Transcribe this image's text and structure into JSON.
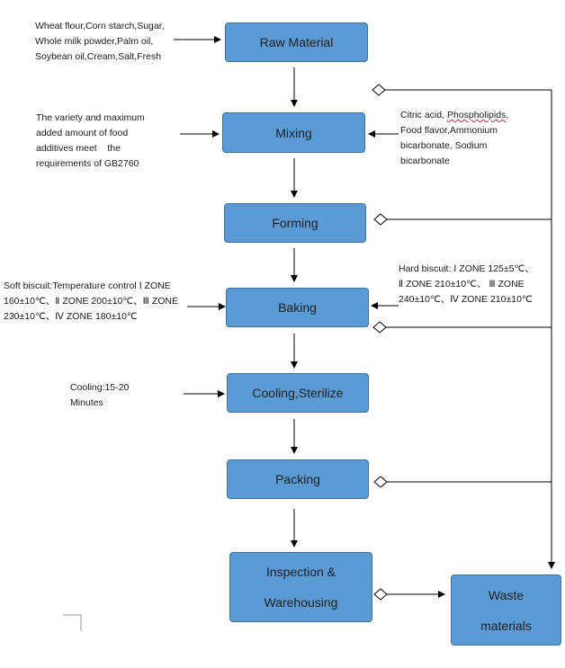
{
  "steps": {
    "raw_material": "Raw Material",
    "mixing": "Mixing",
    "forming": "Forming",
    "baking": "Baking",
    "cooling": "Cooling,Sterilize",
    "packing": "Packing",
    "inspection_line1": "Inspection &",
    "inspection_line2": "Warehousing",
    "waste_line1": "Waste",
    "waste_line2": "materials"
  },
  "notes": {
    "raw_inputs": [
      "Wheat flour,Corn starch,Sugar,",
      "Whole milk powder,Palm oil,",
      "Soybean oil,Cream,Salt,Fresh"
    ],
    "additive_rule": [
      "The variety and maximum",
      "added amount of food",
      "additives meet    the",
      "requirements of GB2760"
    ],
    "additives_prefix": "Citric acid, ",
    "additives_word": "Phospholipids",
    "additives_suffix": ",",
    "additives_rest": [
      "Food flavor,Ammonium",
      "bicarbonate, Sodium",
      "bicarbonate"
    ],
    "soft_biscuit": [
      "Soft biscuit:Temperature control Ⅰ ZONE",
      "160±10℃、Ⅱ ZONE 200±10℃、Ⅲ ZONE",
      "230±10℃、Ⅳ ZONE 180±10℃"
    ],
    "hard_biscuit": [
      "Hard biscuit: Ⅰ ZONE 125±5℃、",
      "Ⅱ ZONE 210±10℃、 Ⅲ ZONE",
      "240±10℃、Ⅳ ZONE 210±10℃"
    ],
    "cooling": [
      "Cooling:15-20",
      "Minutes"
    ]
  },
  "colors": {
    "box_fill": "#5b9bd5",
    "box_border": "#41719c",
    "line": "#000000"
  }
}
